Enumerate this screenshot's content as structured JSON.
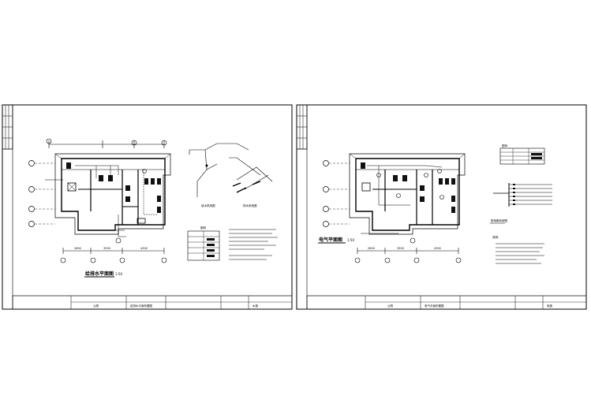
{
  "sheets": [
    {
      "plan_title": "给排水平面图",
      "plan_scale": "1:50",
      "dims_bottom": [
        "2600",
        "3500",
        "4300"
      ],
      "axes_bottom": [
        "1",
        "2",
        "3",
        "4"
      ],
      "axes_left": [
        "D",
        "C",
        "B",
        "A"
      ],
      "diagram_labels": [
        "给水系统图",
        "排水系统图"
      ],
      "legend_title": "图例",
      "titleblock_drawing_name": "给排水平面布置图",
      "titleblock_project": "公厕",
      "titleblock_sheet_no": "水施",
      "notes_count": 8
    },
    {
      "plan_title": "电气平面图",
      "plan_scale": "1:50",
      "dims_bottom": [
        "2600",
        "3500",
        "4300"
      ],
      "axes_bottom": [
        "1",
        "2",
        "3",
        "4"
      ],
      "axes_left": [
        "D",
        "C",
        "B",
        "A"
      ],
      "diagram_labels": [
        "配电箱系统图"
      ],
      "legend_title": "图例",
      "notes_title": "说明:",
      "titleblock_drawing_name": "电气平面布置图",
      "titleblock_project": "公厕",
      "titleblock_sheet_no": "电施",
      "notes_count": 6
    }
  ],
  "colors": {
    "line": "#000000",
    "background": "#ffffff",
    "fixture": "#111111"
  }
}
